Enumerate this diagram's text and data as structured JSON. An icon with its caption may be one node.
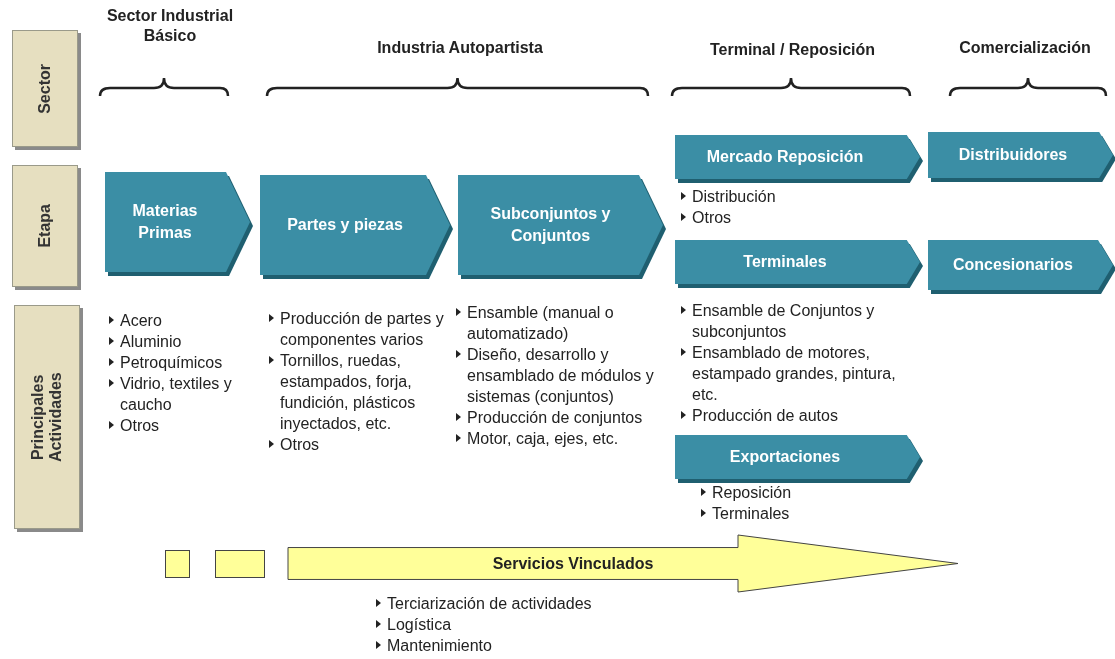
{
  "diagram": {
    "nodes": [
      {
        "text": [
          "Sector"
        ]
      },
      {
        "text": [
          "Etapa"
        ]
      },
      {
        "text": [
          "Principales Actividades"
        ]
      },
      {
        "text": [
          "Materias Primas"
        ],
        "beside": [
          "Acero",
          "Aluminio",
          "Petroquímicos",
          "Vidrio, textiles y caucho",
          "Otros"
        ]
      },
      {
        "text": [
          "Partes y piezas"
        ],
        "beside": [
          "Producción de partes y componentes varios",
          "Tornillos, ruedas, estampados, forja, fundición, plásticos inyectados, etc.",
          "Otros"
        ]
      },
      {
        "text": [
          "Subconjuntos y Conjuntos"
        ],
        "beside": [
          "Ensamble (manual o automatizado)",
          "Diseño, desarrollo y ensamblado de módulos y sistemas (conjuntos)",
          "Producción de conjuntos",
          "Motor, caja, ejes, etc."
        ]
      },
      {
        "text": [
          "Mercado Reposición"
        ],
        "beside": [
          "Distribución",
          "Otros"
        ]
      },
      {
        "text": [
          "Terminales"
        ],
        "beside": [
          "Ensamble de Conjuntos y subconjuntos",
          "Ensamblado de motores, estampado grandes, pintura, etc.",
          "Producción de autos"
        ]
      },
      {
        "text": [
          "Exportaciones"
        ],
        "beside": [
          "Reposición",
          "Terminales"
        ]
      },
      {
        "text": [
          "Distribuidores"
        ]
      },
      {
        "text": [
          "Concesionarios"
        ]
      },
      {
        "text": [],
        "shape": "box"
      },
      {
        "text": [],
        "shape": "box"
      },
      {
        "text": [
          "Servicios Vinculados"
        ],
        "beside": [
          "Terciarización de actividades",
          "Logística",
          "Mantenimiento"
        ]
      }
    ],
    "labels": [
      "Sector Industrial Básico",
      "Industria Autopartista",
      "Terminal / Reposición",
      "Comercialización"
    ]
  }
}
